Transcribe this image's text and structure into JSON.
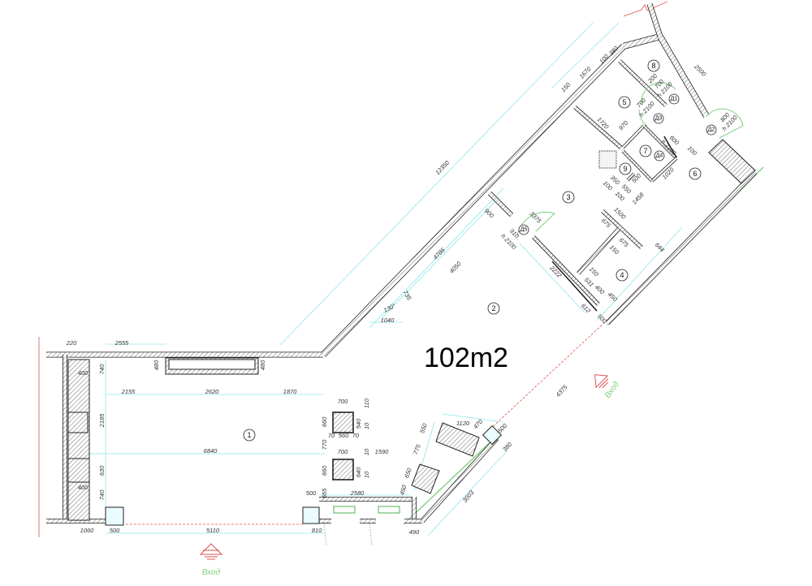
{
  "plan": {
    "area_label": "102m2",
    "entrance_label": "Вход",
    "colors": {
      "wall": "#222222",
      "dimension": "#8ee6ee",
      "door": "#7fd07f",
      "entrance_line": "#e05050"
    },
    "rooms": [
      "1",
      "2",
      "3",
      "4",
      "5",
      "6",
      "7",
      "8",
      "9"
    ],
    "doors": [
      {
        "id": "Д1",
        "width": "700",
        "height": "h 2100"
      },
      {
        "id": "Д2",
        "width": "800",
        "height": "h 2100"
      },
      {
        "id": "Д3",
        "width": "700",
        "height": "h 2100"
      },
      {
        "id": "Д4",
        "width": "600",
        "height": "h 2100"
      },
      {
        "id": "Д5",
        "width": "910",
        "height": "h 2100"
      }
    ],
    "dims_room1": [
      "220",
      "2555",
      "740",
      "400",
      "480",
      "480",
      "2155",
      "2620",
      "1870",
      "2185",
      "6840",
      "630",
      "400",
      "740",
      "1060",
      "500",
      "5110",
      "810"
    ],
    "dims_columns": [
      "700",
      "110",
      "660",
      "540",
      "10",
      "70",
      "560",
      "70",
      "770",
      "700",
      "10",
      "1590",
      "660",
      "640",
      "10"
    ],
    "dims_entrance": [
      "500",
      "555",
      "2580",
      "450",
      "490",
      "550",
      "775",
      "650",
      "1120",
      "470",
      "500",
      "380",
      "3003",
      "4375"
    ],
    "dims_upper": [
      "12350",
      "4786",
      "4050",
      "735",
      "130°",
      "1040",
      "900",
      "150",
      "1670",
      "100",
      "380",
      "2500",
      "1720",
      "970",
      "100",
      "1020",
      "350",
      "500",
      "100",
      "550",
      "100",
      "1458",
      "1500",
      "675",
      "675",
      "150",
      "644",
      "3375",
      "2222",
      "150",
      "531",
      "400",
      "450",
      "612",
      "500",
      "200"
    ]
  }
}
